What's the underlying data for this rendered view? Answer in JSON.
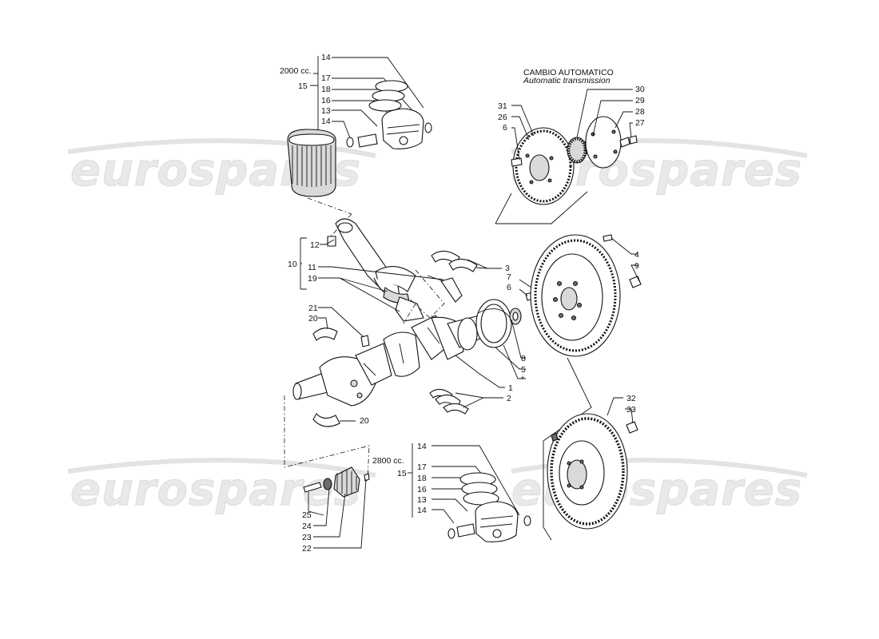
{
  "watermark": {
    "text": "eurospares",
    "color": "#e6e6e6"
  },
  "headers": {
    "automatic_it": "CAMBIO AUTOMATICO",
    "automatic_en": "Automatic transmission",
    "variant_2000": "2000 cc.",
    "variant_2800": "2800 cc."
  },
  "callouts": {
    "upper_piston_group": [
      "14",
      "17",
      "18",
      "16",
      "13",
      "14",
      "15"
    ],
    "lower_piston_group": [
      "14",
      "17",
      "18",
      "16",
      "13",
      "14",
      "15"
    ],
    "conrod_group": [
      "12",
      "10",
      "11",
      "19"
    ],
    "bearing_group": [
      "21",
      "20",
      "20"
    ],
    "sprocket_group": [
      "25",
      "24",
      "23",
      "22"
    ],
    "crank_right": [
      "3",
      "7",
      "6",
      "8",
      "5",
      "*",
      "1",
      "2"
    ],
    "flywheel_right": [
      "4",
      "9"
    ],
    "auto_trans_left": [
      "31",
      "26",
      "6"
    ],
    "auto_trans_right": [
      "30",
      "29",
      "28",
      "27"
    ],
    "lower_flywheel": [
      "32",
      "33"
    ]
  }
}
